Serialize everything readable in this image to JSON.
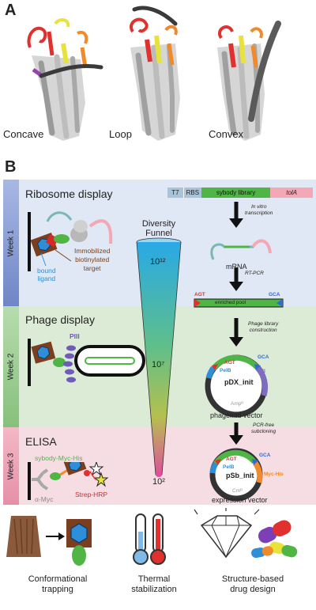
{
  "panelA": {
    "letter": "A",
    "captions": [
      "Concave",
      "Loop",
      "Convex"
    ]
  },
  "panelB": {
    "letter": "B",
    "weeks": [
      "Week 1",
      "Week 2",
      "Week 3"
    ],
    "sections": {
      "ribosome": "Ribosome display",
      "phage": "Phage display",
      "elisa": "ELISA"
    },
    "labels": {
      "immobilized": "Immobilized",
      "biotinylated": "biotinylated",
      "target": "target",
      "bound": "bound",
      "ligand": "ligand",
      "piii": "PIII",
      "sybody_myc_his": "sybody-Myc-His",
      "alpha_myc": "α-Myc",
      "strep_hrp": "Strep-HRP"
    },
    "funnel": {
      "title_line1": "Diversity",
      "title_line2": "Funnel",
      "levels": [
        "10¹²",
        "10⁷",
        "10²"
      ]
    },
    "construct": {
      "t7": "T7",
      "rbs": "RBS",
      "library": "sybody library",
      "tola": "tolA"
    },
    "steps": {
      "in_vitro_1": "In vitro",
      "in_vitro_2": "transcription",
      "mrna": "mRNA",
      "rtpcr": "RT-PCR",
      "agt": "AGT",
      "gca": "GCA",
      "enriched": "enriched pool",
      "phage_lib_1": "Phage library",
      "phage_lib_2": "construction",
      "pcr_free_1": "PCR-free",
      "pcr_free_2": "subcloning"
    },
    "phagemid": {
      "name": "pDX_init",
      "pelb": "PelB",
      "piii": "PIII",
      "amp": "Ampᴿ",
      "agt": "AGT",
      "gca": "GCA",
      "caption": "phagemid vector"
    },
    "expression": {
      "name": "pSb_init",
      "pelb": "PelB",
      "mychis": "Myc-His",
      "cm": "Cmᴿ",
      "agt": "AGT",
      "gca": "GCA",
      "caption": "expression vector"
    }
  },
  "bottom": {
    "items": [
      {
        "line1": "Conformational",
        "line2": "trapping"
      },
      {
        "line1": "Thermal",
        "line2": "stabilization"
      },
      {
        "line1": "Structure-based",
        "line2": "drug design"
      }
    ]
  },
  "colors": {
    "week1_bg": "#dfe8f4",
    "week2_bg": "#dcebd6",
    "week3_bg": "#f6dde4",
    "week1_bar": "#6f86c6",
    "week2_bar": "#86c07c",
    "week3_bar": "#e58fa8",
    "library_green": "#4fb646",
    "tola_pink": "#f4a7b4",
    "t7_blue": "#a9c4d9",
    "red": "#e0312f",
    "orange": "#f08a2a",
    "yellow": "#e8e33a",
    "blue": "#2e8fd8",
    "purple": "#7d6cc0",
    "brown": "#7b3f1f"
  }
}
